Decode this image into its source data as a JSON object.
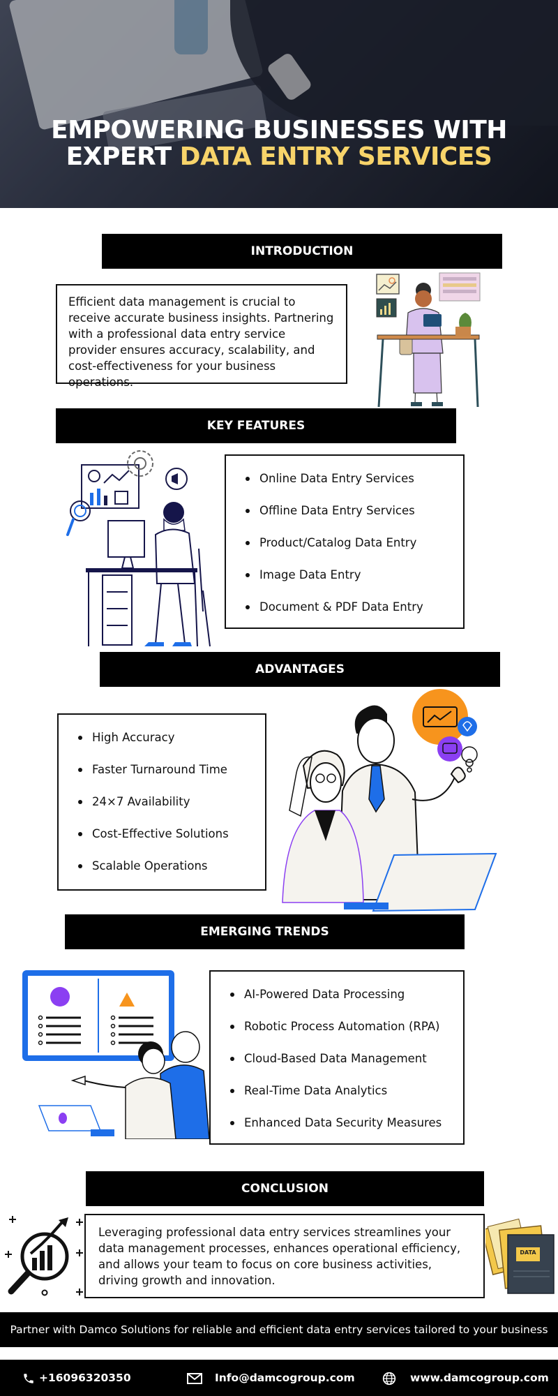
{
  "hero": {
    "title_line1": "EMPOWERING BUSINESSES WITH",
    "title_line2_prefix": "EXPERT ",
    "title_line2_highlight": "DATA ENTRY SERVICES"
  },
  "introduction": {
    "heading": "INTRODUCTION",
    "text": "Efficient data management is crucial to receive accurate business insights. Partnering with a professional data entry service provider ensures accuracy, scalability, and cost-effectiveness for your business operations."
  },
  "key_features": {
    "heading": "KEY FEATURES",
    "items": [
      "Online Data Entry Services",
      "Offline Data Entry Services",
      "Product/Catalog Data Entry",
      "Image Data Entry",
      "Document & PDF Data Entry"
    ]
  },
  "advantages": {
    "heading": "ADVANTAGES",
    "items": [
      "High Accuracy",
      "Faster Turnaround Time",
      "24×7 Availability",
      "Cost-Effective Solutions",
      "Scalable Operations"
    ]
  },
  "emerging_trends": {
    "heading": "EMERGING TRENDS",
    "items": [
      "AI-Powered Data Processing",
      "Robotic Process Automation (RPA)",
      "Cloud-Based Data Management",
      "Real-Time Data Analytics",
      "Enhanced Data Security Measures"
    ]
  },
  "conclusion": {
    "heading": "CONCLUSION",
    "text": "Leveraging professional data entry services streamlines your data management processes, enhances operational efficiency, and allows your team to focus on core business activities, driving growth and innovation.",
    "folder_label": "DATA"
  },
  "footer": {
    "tagline": "Partner with Damco Solutions for reliable and efficient data entry services tailored to your business needs.",
    "phone": "+16096320350",
    "email": "Info@damcogroup.com",
    "website": "www.damcogroup.com"
  },
  "icons": {
    "phone": "phone-icon",
    "email": "envelope-icon",
    "website": "globe-icon"
  },
  "colors": {
    "accent_yellow": "#f8d46a",
    "accent_blue": "#1e6ee8",
    "accent_orange": "#f7941d",
    "accent_purple": "#8b3ff2",
    "bar_black": "#000000"
  }
}
